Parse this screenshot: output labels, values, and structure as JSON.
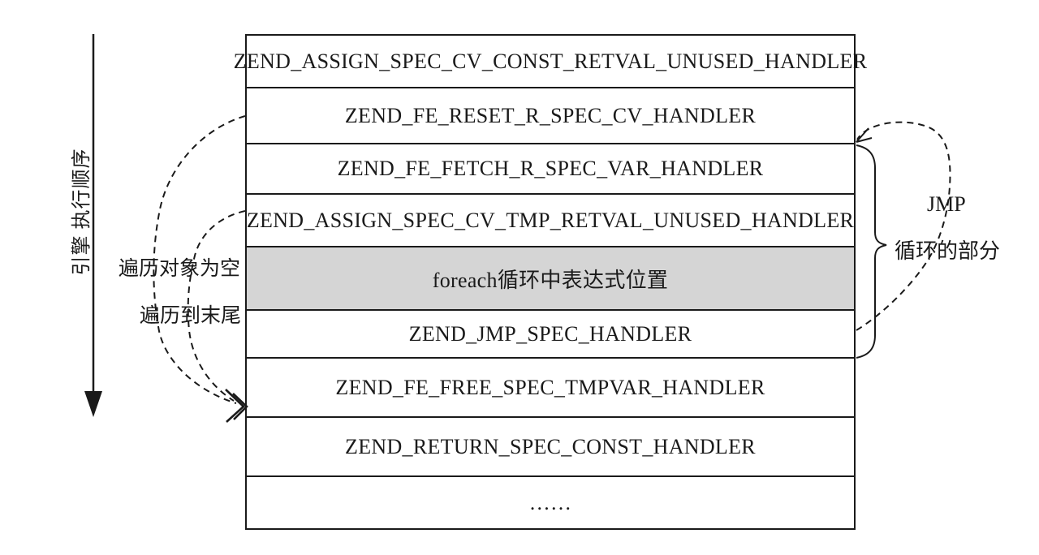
{
  "colors": {
    "background": "#ffffff",
    "line": "#1a1a1a",
    "highlight_row_bg": "#d5d5d5"
  },
  "diagram": {
    "execution_axis_label": "引擎 执行顺序",
    "rows": [
      {
        "label": "ZEND_ASSIGN_SPEC_CV_CONST_RETVAL_UNUSED_HANDLER",
        "highlighted": false
      },
      {
        "label": "ZEND_FE_RESET_R_SPEC_CV_HANDLER",
        "highlighted": false
      },
      {
        "label": "ZEND_FE_FETCH_R_SPEC_VAR_HANDLER",
        "highlighted": false
      },
      {
        "label": "ZEND_ASSIGN_SPEC_CV_TMP_RETVAL_UNUSED_HANDLER",
        "highlighted": false
      },
      {
        "label": "foreach循环中表达式位置",
        "highlighted": true
      },
      {
        "label": "ZEND_JMP_SPEC_HANDLER",
        "highlighted": false
      },
      {
        "label": "ZEND_FE_FREE_SPEC_TMPVAR_HANDLER",
        "highlighted": false
      },
      {
        "label": "ZEND_RETURN_SPEC_CONST_HANDLER",
        "highlighted": false
      },
      {
        "label": "……",
        "highlighted": false
      }
    ],
    "annotations": {
      "left": [
        {
          "label": "遍历对象为空"
        },
        {
          "label": "遍历到末尾"
        }
      ],
      "right": [
        {
          "label": "JMP"
        },
        {
          "label": "循环的部分"
        }
      ]
    },
    "connectors": [
      {
        "name": "empty-traversal-jump",
        "style": "dashed-arrow",
        "from": "ZEND_FE_RESET_R_SPEC_CV_HANDLER",
        "to": "ZEND_FE_FREE_SPEC_TMPVAR_HANDLER",
        "label": "遍历对象为空"
      },
      {
        "name": "end-traversal-jump",
        "style": "dashed-arrow",
        "from": "ZEND_ASSIGN_SPEC_CV_TMP_RETVAL_UNUSED_HANDLER",
        "to": "ZEND_FE_FREE_SPEC_TMPVAR_HANDLER",
        "label": "遍历到末尾"
      },
      {
        "name": "jmp-loop-back",
        "style": "dashed-arrow",
        "from": "ZEND_JMP_SPEC_HANDLER",
        "to": "ZEND_FE_FETCH_R_SPEC_VAR_HANDLER",
        "label": "JMP"
      },
      {
        "name": "loop-section-brace",
        "style": "curly-brace",
        "spans": [
          "ZEND_FE_FETCH_R_SPEC_VAR_HANDLER",
          "ZEND_JMP_SPEC_HANDLER"
        ],
        "label": "循环的部分"
      }
    ]
  }
}
